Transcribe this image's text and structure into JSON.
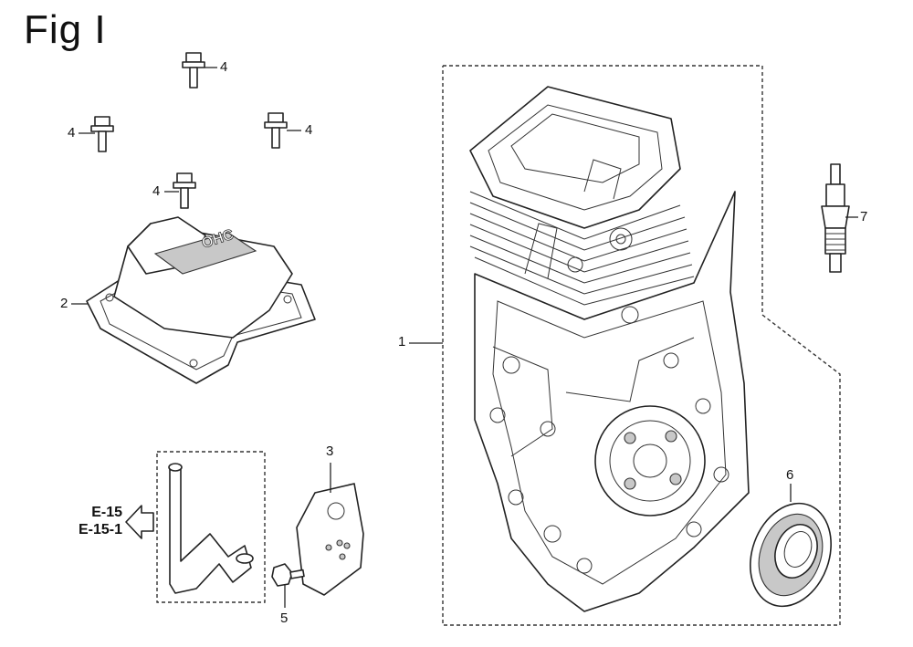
{
  "title": "Fig I",
  "callouts": {
    "c1": "1",
    "c2": "2",
    "c3": "3",
    "c4a": "4",
    "c4b": "4",
    "c4c": "4",
    "c4d": "4",
    "c5": "5",
    "c6": "6",
    "c7": "7"
  },
  "references": {
    "ref1": "E-15",
    "ref2": "E-15-1"
  },
  "emblem_text": "OHC"
}
